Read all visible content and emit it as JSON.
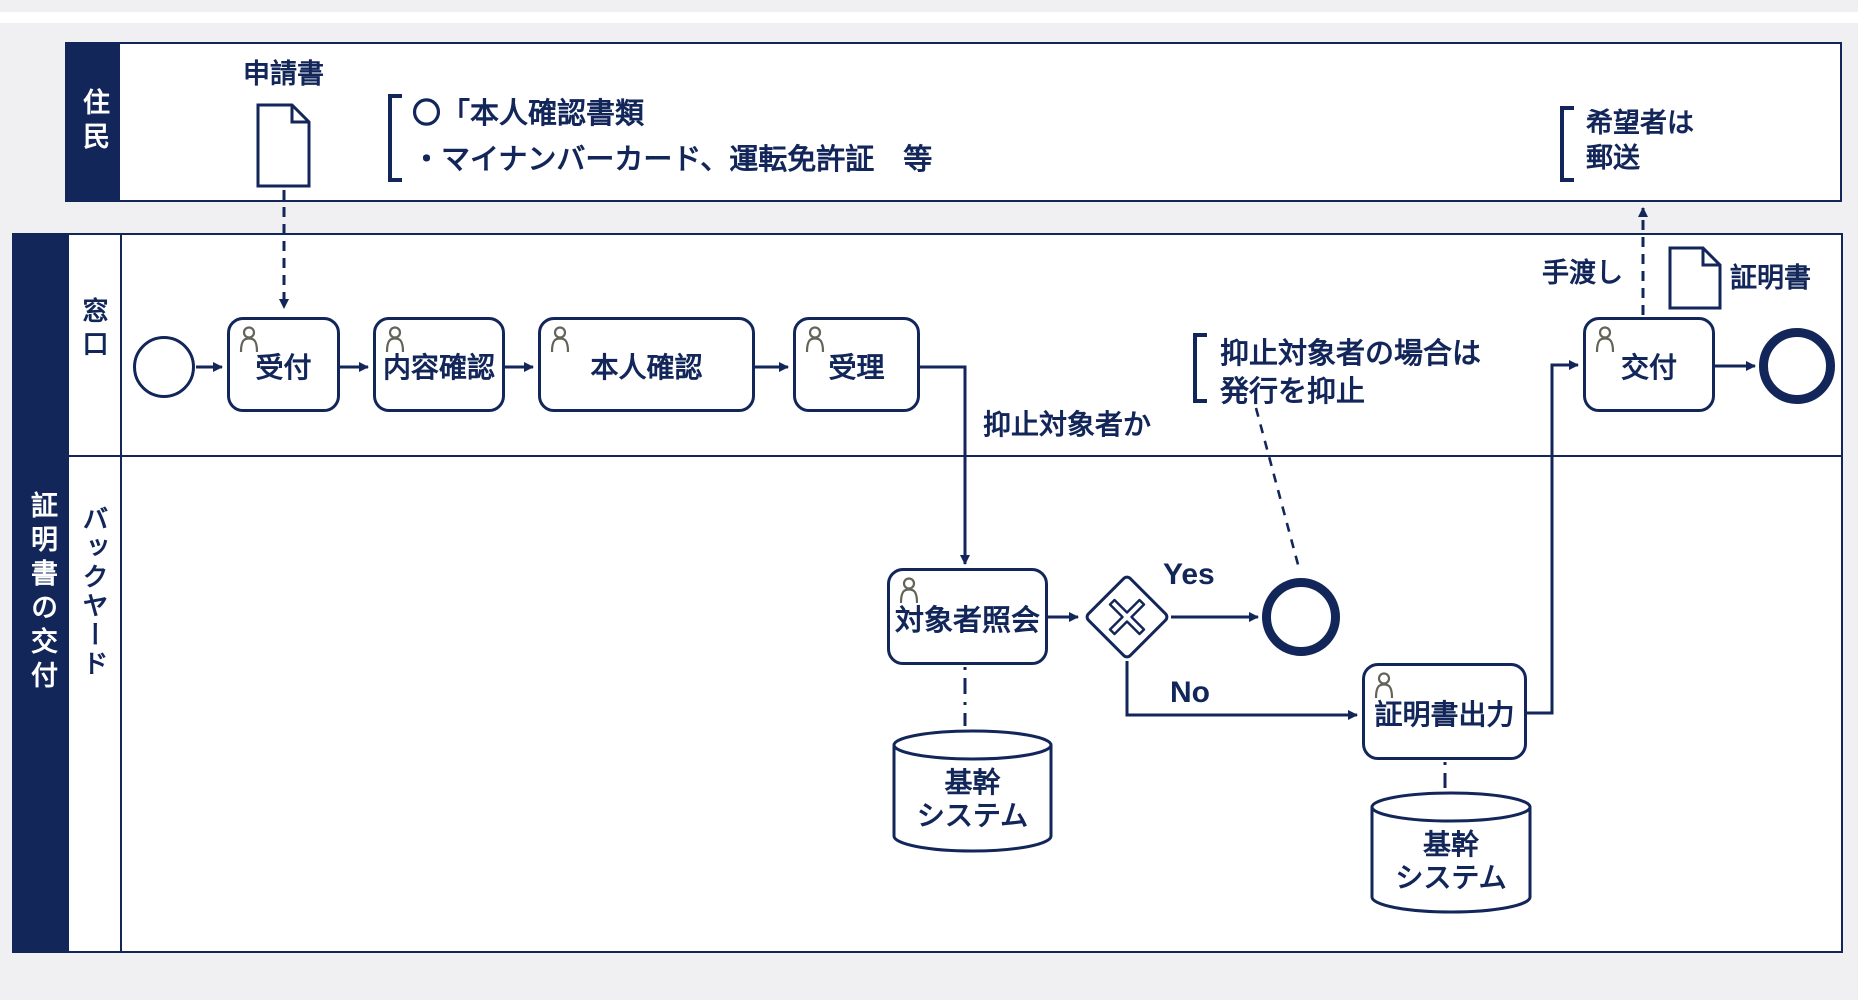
{
  "pools": {
    "residents": {
      "label": "住民"
    },
    "issuance": {
      "label": "証明書の交付",
      "lane_counter": "窓口",
      "lane_backyard": "バックヤード"
    }
  },
  "tasks": {
    "reception": "受付",
    "content_check": "内容確認",
    "identity_check": "本人確認",
    "accept": "受理",
    "issue": "交付",
    "target_inquiry": "対象者照会",
    "cert_output": "証明書出力"
  },
  "labels": {
    "application_doc": "申請書",
    "certificate_doc": "証明書",
    "id_note_line1": "〇「本人確認書類",
    "id_note_line2": "・マイナンバーカード、運転免許証　等",
    "mail_note_line1": "希望者は",
    "mail_note_line2": "郵送",
    "hand_over": "手渡し",
    "gateway_question": "抑止対象者か",
    "yes": "Yes",
    "no": "No",
    "suppress_note_line1": "抑止対象者の場合は",
    "suppress_note_line2": "発行を抑止",
    "db_counter_line1": "基幹",
    "db_counter_line2": "システム",
    "db_output_line1": "基幹",
    "db_output_line2": "システム"
  },
  "colors": {
    "navy": "#12265a",
    "background": "#f0f0f2",
    "lane_fill": "#ffffff",
    "person_icon": "#63635a"
  }
}
